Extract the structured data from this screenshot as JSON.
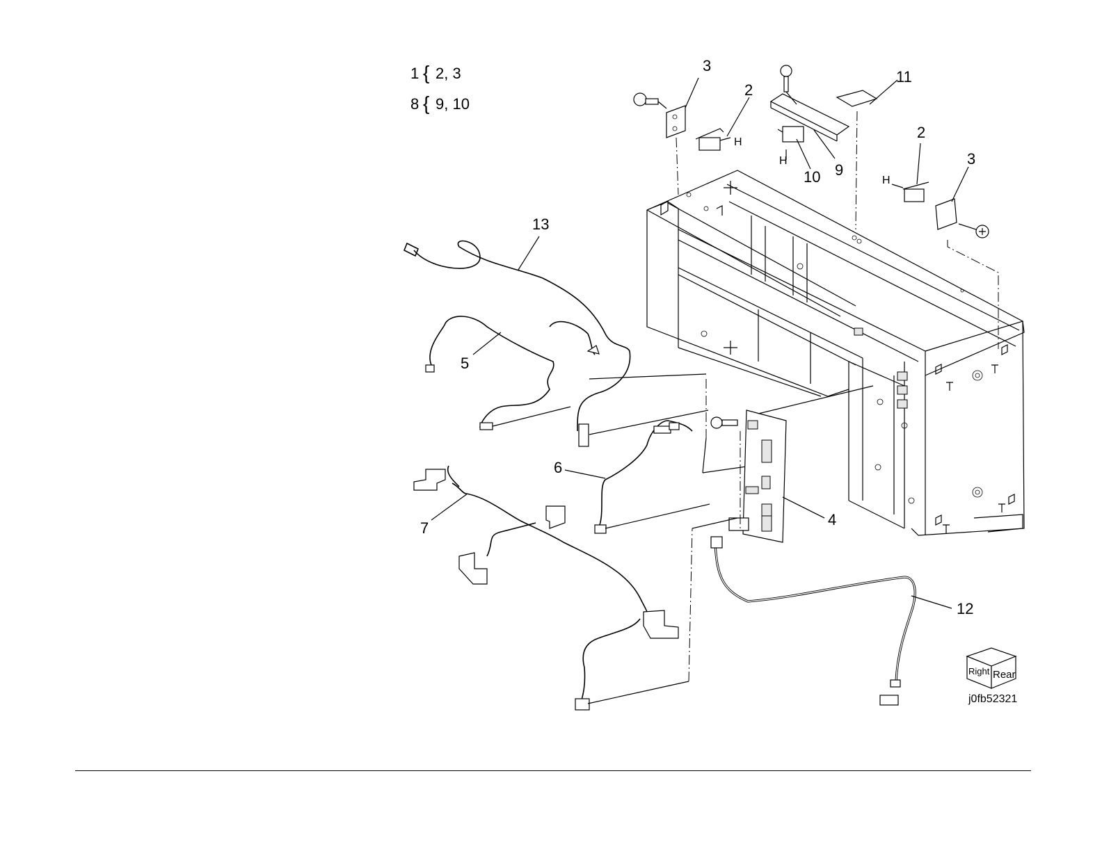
{
  "legend": [
    {
      "parent": "1",
      "children": "2, 3"
    },
    {
      "parent": "8",
      "children": "9, 10"
    }
  ],
  "callouts": {
    "c2_top": "2",
    "c3_top": "3",
    "c11": "11",
    "c9": "9",
    "c10": "10",
    "c2_right": "2",
    "c3_right": "3",
    "c13": "13",
    "c5": "5",
    "c6": "6",
    "c4": "4",
    "c7": "7",
    "c12": "12"
  },
  "small_labels": {
    "h1": "H",
    "h2": "H",
    "h3": "H"
  },
  "orientation_cube": {
    "side_label": "Right",
    "front_label": "Rear"
  },
  "figure_id": "j0fb52321"
}
